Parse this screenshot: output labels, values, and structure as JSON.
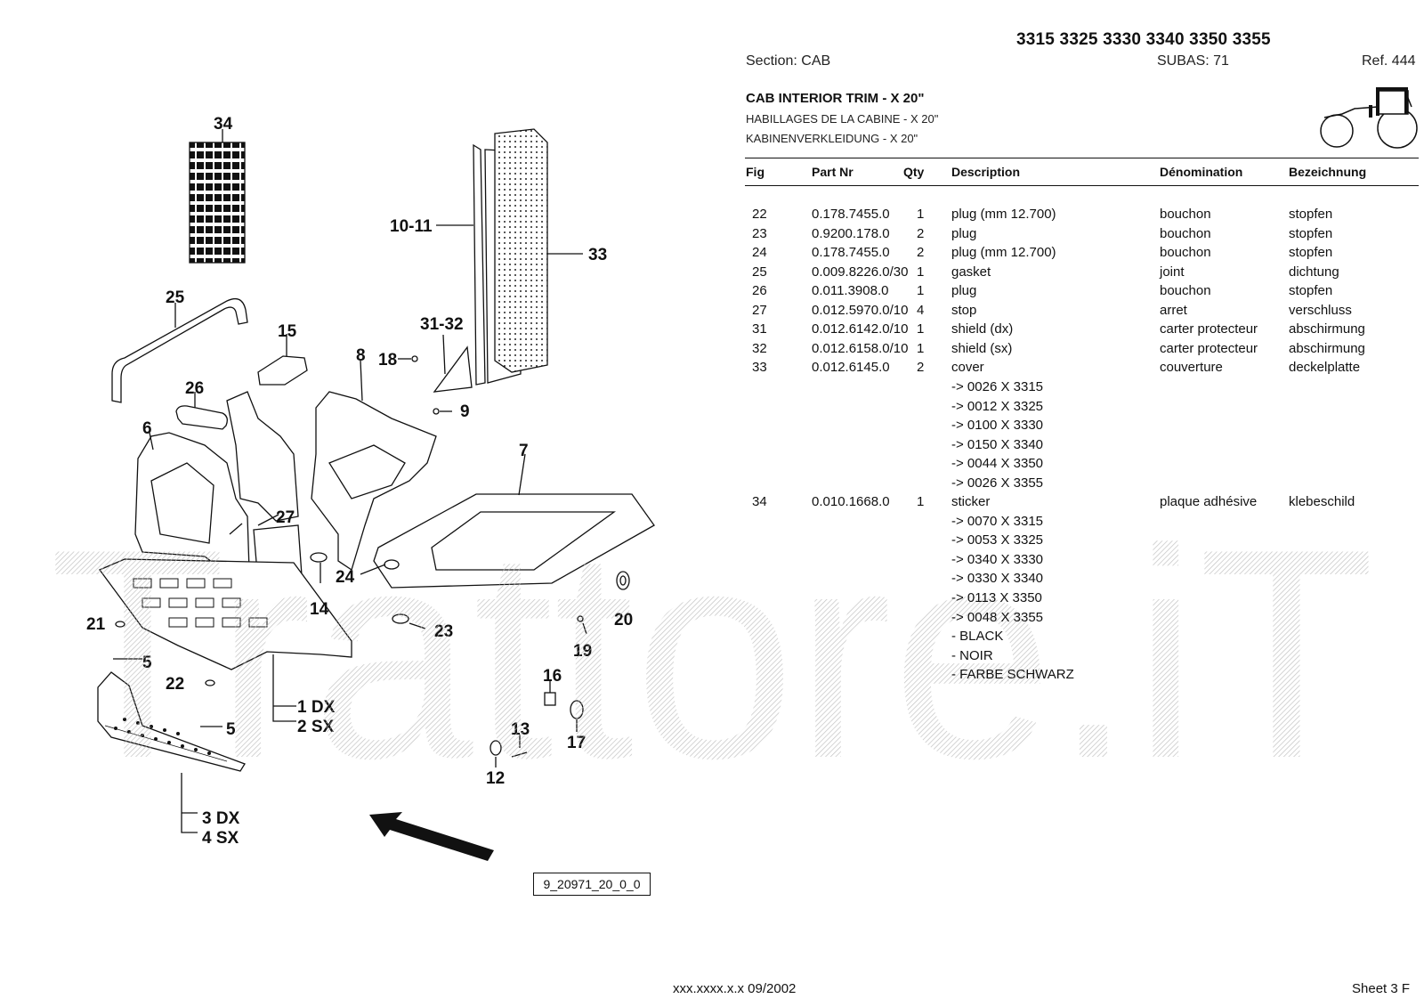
{
  "header": {
    "models": "3315 3325 3330 3340 3350 3355",
    "section": "Section: CAB",
    "subas": "SUBAS: 71",
    "ref": "Ref. 444"
  },
  "title": {
    "en": "CAB INTERIOR TRIM - X 20\"",
    "fr": "HABILLAGES DE LA CABINE - X 20\"",
    "de": "KABINENVERKLEIDUNG - X 20\""
  },
  "columns": [
    "Fig",
    "Part Nr",
    "Qty",
    "Description",
    "Dénomination",
    "Bezeichnung"
  ],
  "rows": [
    {
      "fig": "22",
      "part": "0.178.7455.0",
      "qty": "1",
      "desc": "plug (mm 12.700)",
      "fr": "bouchon",
      "de": "stopfen"
    },
    {
      "fig": "23",
      "part": "0.9200.178.0",
      "qty": "2",
      "desc": "plug",
      "fr": "bouchon",
      "de": "stopfen"
    },
    {
      "fig": "24",
      "part": "0.178.7455.0",
      "qty": "2",
      "desc": "plug (mm 12.700)",
      "fr": "bouchon",
      "de": "stopfen"
    },
    {
      "fig": "25",
      "part": "0.009.8226.0/30",
      "qty": "1",
      "desc": "gasket",
      "fr": "joint",
      "de": "dichtung"
    },
    {
      "fig": "26",
      "part": "0.011.3908.0",
      "qty": "1",
      "desc": "plug",
      "fr": "bouchon",
      "de": "stopfen"
    },
    {
      "fig": "27",
      "part": "0.012.5970.0/10",
      "qty": "4",
      "desc": "stop",
      "fr": "arret",
      "de": "verschluss"
    },
    {
      "fig": "31",
      "part": "0.012.6142.0/10",
      "qty": "1",
      "desc": "shield (dx)",
      "fr": "carter protecteur",
      "de": "abschirmung"
    },
    {
      "fig": "32",
      "part": "0.012.6158.0/10",
      "qty": "1",
      "desc": "shield (sx)",
      "fr": "carter protecteur",
      "de": "abschirmung"
    },
    {
      "fig": "33",
      "part": "0.012.6145.0",
      "qty": "2",
      "desc": "cover",
      "fr": "couverture",
      "de": "deckelplatte"
    },
    {
      "fig": "",
      "part": "",
      "qty": "",
      "desc": "-> 0026 X  3315",
      "fr": "",
      "de": ""
    },
    {
      "fig": "",
      "part": "",
      "qty": "",
      "desc": "-> 0012 X  3325",
      "fr": "",
      "de": ""
    },
    {
      "fig": "",
      "part": "",
      "qty": "",
      "desc": "-> 0100 X  3330",
      "fr": "",
      "de": ""
    },
    {
      "fig": "",
      "part": "",
      "qty": "",
      "desc": "-> 0150 X  3340",
      "fr": "",
      "de": ""
    },
    {
      "fig": "",
      "part": "",
      "qty": "",
      "desc": "-> 0044 X  3350",
      "fr": "",
      "de": ""
    },
    {
      "fig": "",
      "part": "",
      "qty": "",
      "desc": "-> 0026 X  3355",
      "fr": "",
      "de": ""
    },
    {
      "fig": "34",
      "part": "0.010.1668.0",
      "qty": "1",
      "desc": "sticker",
      "fr": "plaque adhésive",
      "de": "klebeschild"
    },
    {
      "fig": "",
      "part": "",
      "qty": "",
      "desc": "-> 0070 X  3315",
      "fr": "",
      "de": ""
    },
    {
      "fig": "",
      "part": "",
      "qty": "",
      "desc": "-> 0053 X  3325",
      "fr": "",
      "de": ""
    },
    {
      "fig": "",
      "part": "",
      "qty": "",
      "desc": "-> 0340 X  3330",
      "fr": "",
      "de": ""
    },
    {
      "fig": "",
      "part": "",
      "qty": "",
      "desc": "-> 0330 X  3340",
      "fr": "",
      "de": ""
    },
    {
      "fig": "",
      "part": "",
      "qty": "",
      "desc": "-> 0113 X  3350",
      "fr": "",
      "de": ""
    },
    {
      "fig": "",
      "part": "",
      "qty": "",
      "desc": "-> 0048 X  3355",
      "fr": "",
      "de": ""
    },
    {
      "fig": "",
      "part": "",
      "qty": "",
      "desc": "- BLACK",
      "fr": "",
      "de": ""
    },
    {
      "fig": "",
      "part": "",
      "qty": "",
      "desc": "- NOIR",
      "fr": "",
      "de": ""
    },
    {
      "fig": "",
      "part": "",
      "qty": "",
      "desc": "- FARBE SCHWARZ",
      "fr": "",
      "de": ""
    }
  ],
  "diagram": {
    "callouts": [
      "34",
      "25",
      "15",
      "26",
      "6",
      "27",
      "8",
      "18",
      "9",
      "10-11",
      "33",
      "31-32",
      "7",
      "24",
      "14",
      "21",
      "5",
      "22",
      "5",
      "1 DX",
      "2 SX",
      "3 DX",
      "4 SX",
      "23",
      "20",
      "19",
      "16",
      "13",
      "12",
      "17"
    ],
    "drawing_id": "9_20971_20_0_0"
  },
  "watermark": "Trattore.iT",
  "footer": {
    "code": "xxx.xxxx.x.x  09/2002",
    "sheet": "Sheet 3 F"
  },
  "icons": [
    "tractor-icon",
    "arrow-icon"
  ]
}
